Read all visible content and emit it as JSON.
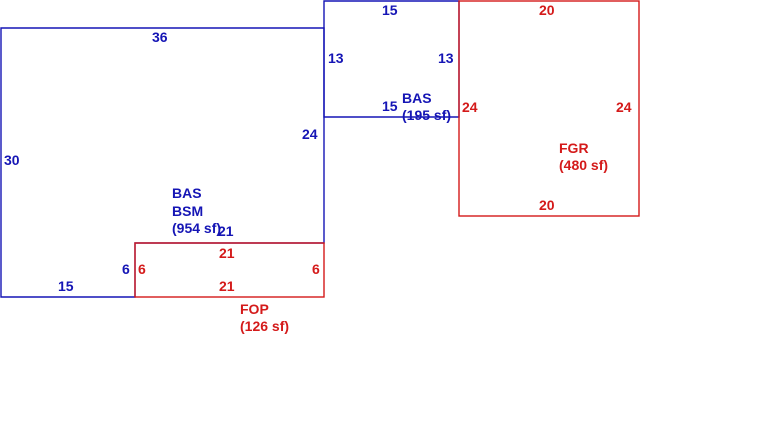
{
  "colors": {
    "living_area": "#1515b5",
    "other_area": "#d41a1a"
  },
  "areas": {
    "bas_main": {
      "code1": "BAS",
      "code2": "BSM",
      "size": "(954 sf)"
    },
    "bas_upper": {
      "code": "BAS",
      "size": "(195 sf)"
    },
    "fgr": {
      "code": "FGR",
      "size": "(480 sf)"
    },
    "fop": {
      "code": "FOP",
      "size": "(126 sf)"
    }
  },
  "dimensions": {
    "bas_main": {
      "top": "36",
      "left": "30",
      "right": "24",
      "bottom": "15",
      "step": "6",
      "inner_bottom": "21"
    },
    "bas_upper": {
      "top": "15",
      "left": "13",
      "right": "13",
      "bottom": "15"
    },
    "fgr": {
      "top": "20",
      "left": "24",
      "right": "24",
      "bottom": "20"
    },
    "fop": {
      "top": "21",
      "left": "6",
      "right": "6",
      "bottom": "21"
    }
  }
}
